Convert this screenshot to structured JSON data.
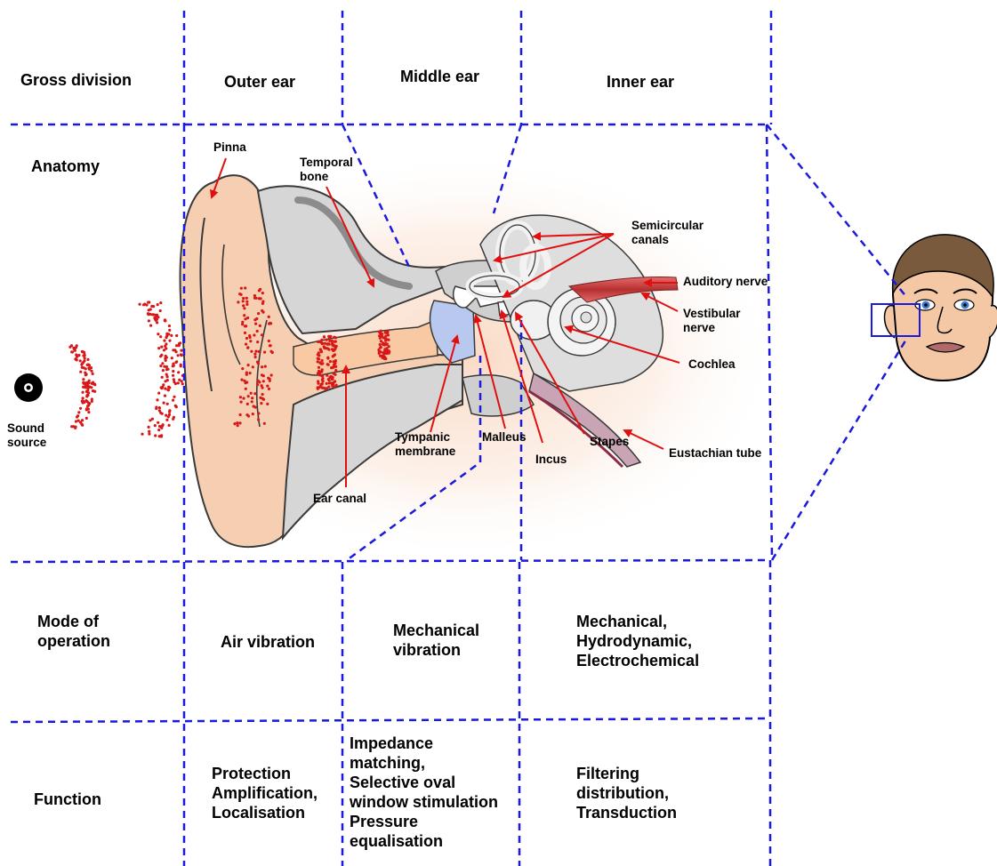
{
  "headers": {
    "row_label": "Gross division",
    "outer": "Outer ear",
    "middle": "Middle ear",
    "inner": "Inner ear"
  },
  "rows": {
    "anatomy": "Anatomy",
    "mode": "Mode of\noperation",
    "function": "Function"
  },
  "anatomy_labels": {
    "pinna": "Pinna",
    "temporal_bone": "Temporal\nbone",
    "semicircular_canals": "Semicircular\ncanals",
    "auditory_nerve": "Auditory nerve",
    "vestibular_nerve": "Vestibular\nnerve",
    "cochlea": "Cochlea",
    "sound_source": "Sound\nsource",
    "tympanic_membrane": "Tympanic\nmembrane",
    "malleus": "Malleus",
    "incus": "Incus",
    "stapes": "Stapes",
    "eustachian_tube": "Eustachian tube",
    "ear_canal": "Ear canal"
  },
  "mode_of_operation": {
    "outer": "Air vibration",
    "middle": "Mechanical\nvibration",
    "inner": "Mechanical,\nHydrodynamic,\nElectrochemical"
  },
  "function": {
    "outer": "Protection\nAmplification,\nLocalisation",
    "middle": "Impedance\nmatching,\nSelective oval\nwindow stimulation\nPressure\nequalisation",
    "inner": "Filtering\ndistribution,\nTransduction"
  },
  "colors": {
    "divider": "#1a1adc",
    "arrow": "#e01010",
    "sound_particles": "#d81818",
    "skin": "#f7d2b4",
    "bone": "#d9d9d9",
    "cochlea": "#e6e6e6",
    "eye_blue": "#3c7bd6",
    "hair": "#7a5a3c"
  }
}
